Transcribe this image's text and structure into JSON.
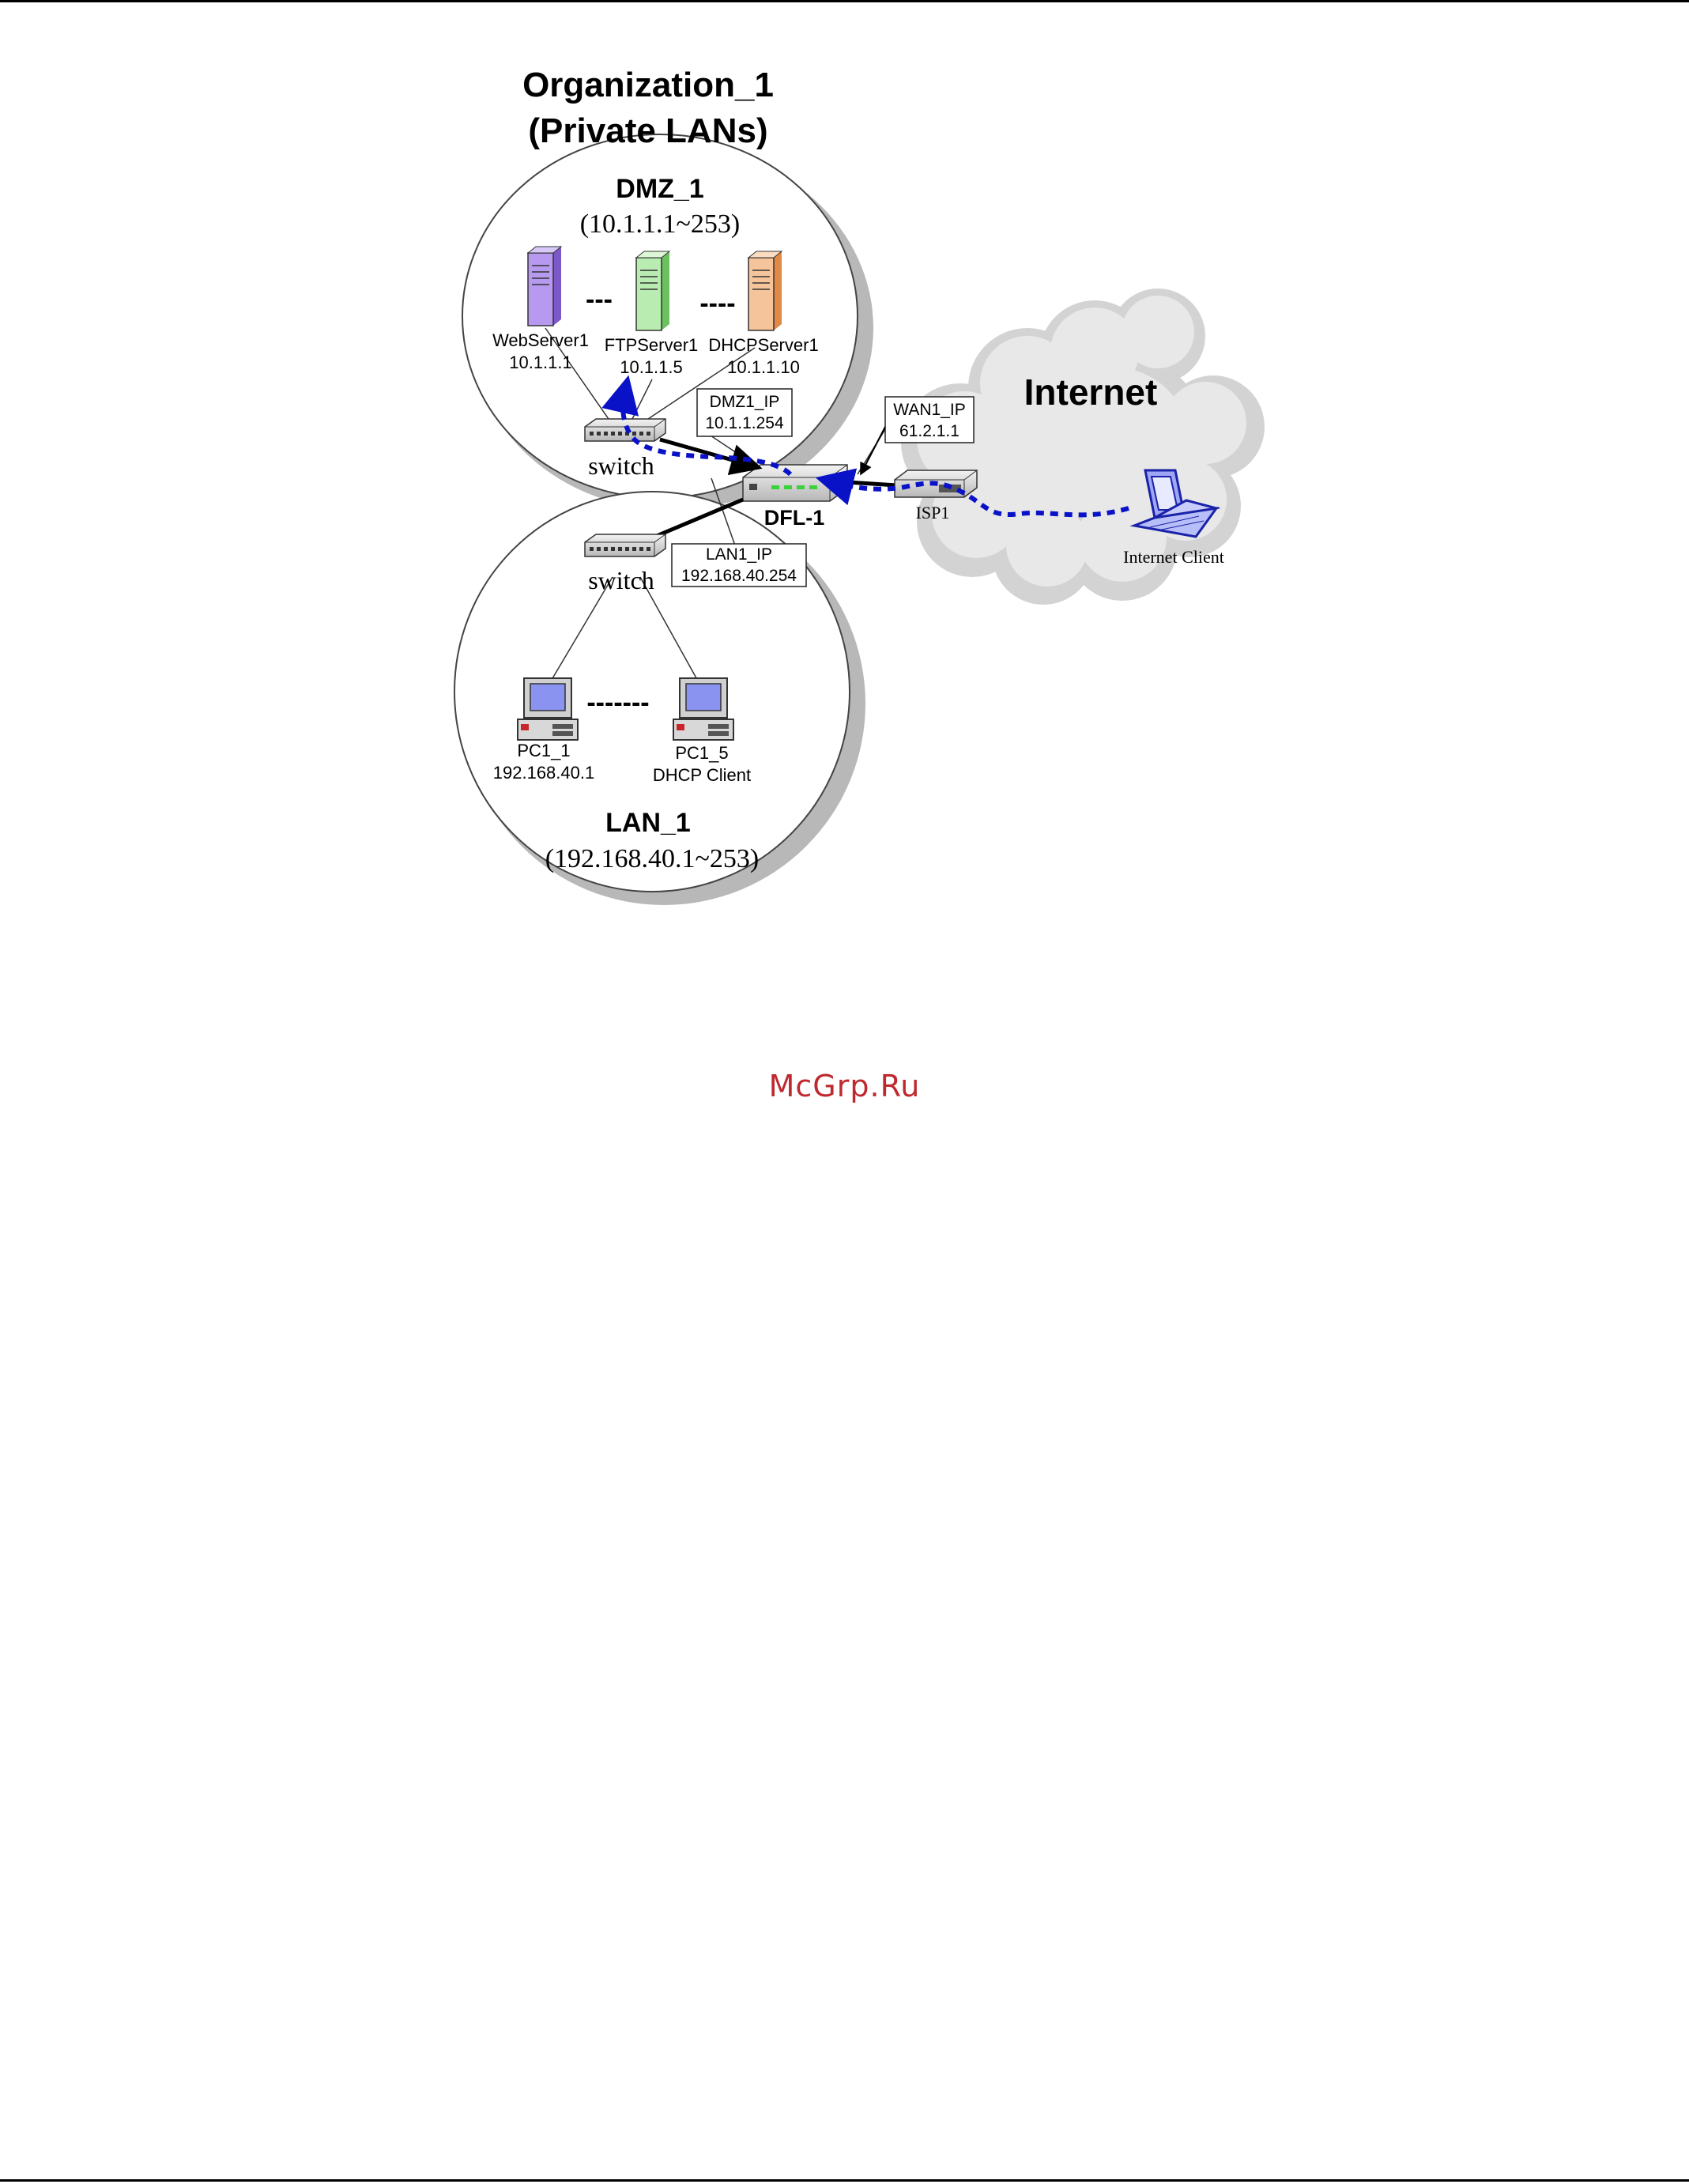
{
  "page": {
    "watermark": "McGrp.Ru"
  },
  "diagram": {
    "org_title_line1": "Organization_1",
    "org_title_line2": "(Private LANs)",
    "dmz": {
      "name": "DMZ_1",
      "range": "(10.1.1.1~253)",
      "servers": [
        {
          "name": "WebServer1",
          "ip": "10.1.1.1",
          "color": "#b79af0"
        },
        {
          "name": "FTPServer1",
          "ip": "10.1.1.5",
          "color": "#b8ecb0"
        },
        {
          "name": "DHCPServer1",
          "ip": "10.1.1.10",
          "color": "#f6c49a"
        }
      ],
      "ellipsis_1": "---",
      "ellipsis_2": "----",
      "switch_label": "switch",
      "gateway_label": "DMZ1_IP",
      "gateway_ip": "10.1.1.254"
    },
    "lan": {
      "name": "LAN_1",
      "range": "(192.168.40.1~253)",
      "switch_label": "switch",
      "gateway_label": "LAN1_IP",
      "gateway_ip": "192.168.40.254",
      "pcs": [
        {
          "name": "PC1_1",
          "detail": "192.168.40.1"
        },
        {
          "name": "PC1_5",
          "detail": "DHCP Client"
        }
      ],
      "ellipsis": "-------"
    },
    "firewall_label": "DFL-1",
    "wan": {
      "label": "WAN1_IP",
      "ip": "61.2.1.1"
    },
    "internet": {
      "title": "Internet",
      "isp_label": "ISP1",
      "client_label": "Internet Client"
    },
    "colors": {
      "traffic_path": "#0a12c8",
      "cloud": "#e2e2e2",
      "firewall_led": "#3ad13a"
    }
  }
}
